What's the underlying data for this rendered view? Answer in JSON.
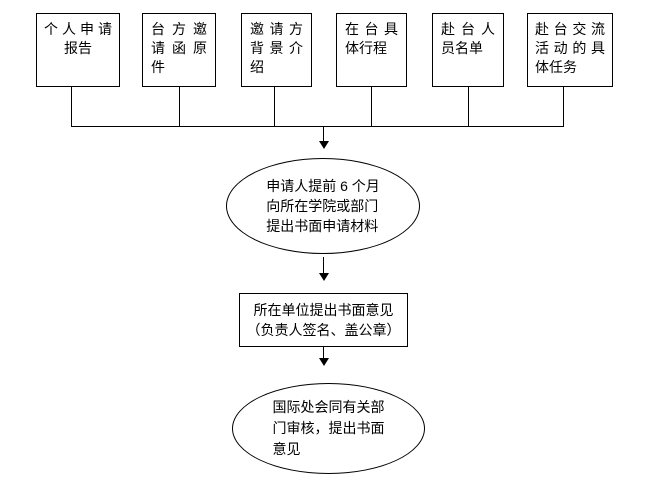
{
  "flowchart": {
    "materials": [
      {
        "name": "个人申请报告",
        "lines": [
          "个人申请",
          "报告"
        ]
      },
      {
        "name": "台方邀请函原件",
        "lines": [
          "台方邀",
          "请函原",
          "件"
        ]
      },
      {
        "name": "邀请方背景介绍",
        "lines": [
          "邀请方",
          "背景介",
          "绍"
        ]
      },
      {
        "name": "在台具体行程",
        "lines": [
          "在台具",
          "体行程"
        ]
      },
      {
        "name": "赴台人员名单",
        "lines": [
          "赴台人",
          "员名单"
        ]
      },
      {
        "name": "赴台交流活动的具体任务",
        "lines": [
          "赴台交流",
          "活动的具",
          "体任务"
        ]
      }
    ],
    "step_apply": {
      "lines": [
        "申请人提前 6 个月",
        "向所在学院或部门",
        "提出书面申请材料"
      ]
    },
    "step_unit_opinion": {
      "lines": [
        "所在单位提出书面意见",
        "（负责人签名、盖公章）"
      ]
    },
    "step_review": {
      "lines": [
        "国际处会同有关部",
        "门审核，提出书面",
        "意见"
      ]
    }
  },
  "colors": {
    "stroke": "#000000",
    "background": "#ffffff",
    "text": "#000000"
  }
}
